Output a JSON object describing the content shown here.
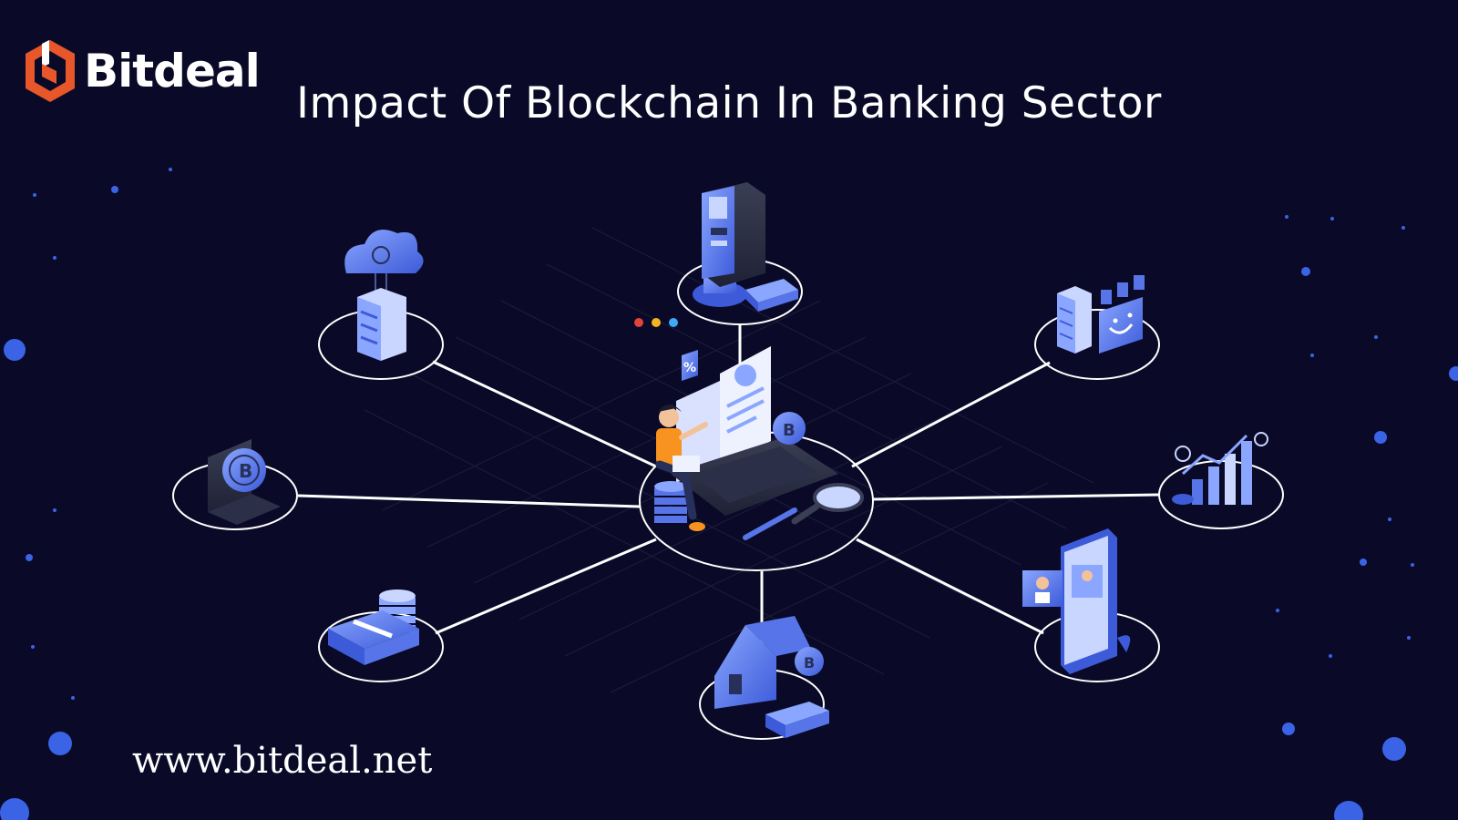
{
  "brand": {
    "name": "Bitdeal",
    "logo_icon": "bitdeal-hexagon-logo-icon",
    "logo_color": "#e8572a"
  },
  "title": "Impact Of Blockchain In Banking Sector",
  "website": "www.bitdeal.net",
  "colors": {
    "background": "#0a0a28",
    "accent_blue": "#4a6cf7",
    "light_blue": "#8aa6ff",
    "line": "#ffffff",
    "dots": [
      "#e0443a",
      "#f4b321",
      "#3fa9f5"
    ],
    "person_shirt": "#f7931e"
  },
  "diagram": {
    "center": {
      "icon": "person-laptop-profile-icon",
      "label_icon": "percent-tag-icon"
    },
    "nodes": [
      {
        "id": "atm",
        "icon": "atm-machine-icon"
      },
      {
        "id": "cloud",
        "icon": "cloud-server-icon"
      },
      {
        "id": "monitor",
        "icon": "server-monitor-icon"
      },
      {
        "id": "crypto-laptop",
        "icon": "bitcoin-laptop-icon"
      },
      {
        "id": "analytics",
        "icon": "analytics-chart-icon"
      },
      {
        "id": "cash",
        "icon": "cash-coins-icon"
      },
      {
        "id": "house",
        "icon": "house-bitcoin-icon"
      },
      {
        "id": "video-call",
        "icon": "video-call-phone-icon"
      }
    ]
  }
}
